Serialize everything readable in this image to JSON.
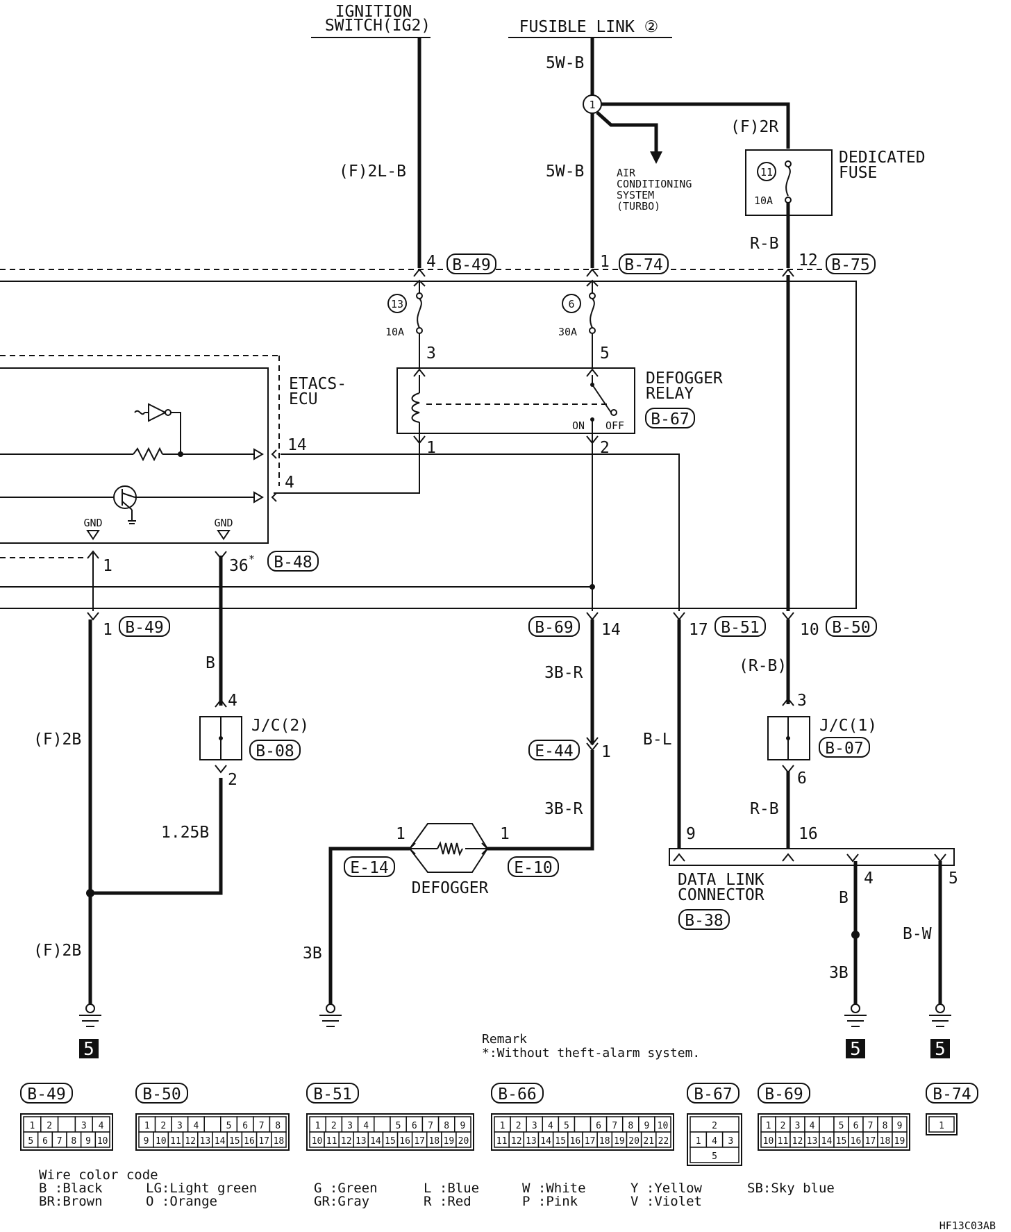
{
  "sources": {
    "ignition_switch": "IGNITION\nSWITCH(IG2)",
    "fusible_link": "FUSIBLE LINK ②"
  },
  "wires": {
    "f_2l_b": "(F)2L-B",
    "fl_5w_b_top": "5W-B",
    "fl_5w_b_mid": "5W-B",
    "f_2r": "(F)2R",
    "r_b_top": "R-B",
    "b_wire": "B",
    "f_2b_upper": "(F)2B",
    "f_2b_lower": "(F)2B",
    "w_1_25b": "1.25B",
    "w_3b_r_upper": "3B-R",
    "w_3b_r_lower": "3B-R",
    "b_l": "B-L",
    "r_b_paren": "(R-B)",
    "r_b_low": "R-B",
    "w_3b_left": "3B",
    "dlc_b": "B",
    "dlc_3b": "3B",
    "dlc_b_w": "B-W"
  },
  "components": {
    "air_conditioning": "AIR\nCONDITIONING\nSYSTEM\n(TURBO)",
    "dedicated_fuse": "DEDICATED\nFUSE",
    "fuse_11_num": "11",
    "fuse_11_amp": "10A",
    "fuse_13_num": "13",
    "fuse_13_amp": "10A",
    "fuse_6_num": "6",
    "fuse_6_amp": "30A",
    "etacs_ecu": "ETACS-\nECU",
    "gnd_left": "GND",
    "gnd_right": "GND",
    "defogger_relay": "DEFOGGER\nRELAY",
    "relay_on": "ON",
    "relay_off": "OFF",
    "jc2": "J/C(2)",
    "jc1": "J/C(1)",
    "defogger": "DEFOGGER",
    "data_link_connector": "DATA LINK\nCONNECTOR",
    "splice_1": "1"
  },
  "pins": {
    "p_b49_4": "4",
    "p_b74_1": "1",
    "p_b75_12": "12",
    "p_relay_3": "3",
    "p_relay_5": "5",
    "p_etacs_14": "14",
    "p_etacs_4": "4",
    "p_relay_1": "1",
    "p_relay_2": "2",
    "p_gnd_1": "1",
    "p_b48_36": "36",
    "p_b48_star": "*",
    "p_b49_1": "1",
    "p_b69_14": "14",
    "p_b51_17": "17",
    "p_b50_10": "10",
    "p_jc2_4": "4",
    "p_jc2_2": "2",
    "p_jc1_3": "3",
    "p_jc1_6": "6",
    "p_e44_1": "1",
    "p_def_l": "1",
    "p_def_r": "1",
    "p_dlc_9": "9",
    "p_dlc_16": "16",
    "p_dlc_4": "4",
    "p_dlc_5": "5"
  },
  "connectors": {
    "b49_top": "B-49",
    "b74_top": "B-74",
    "b75": "B-75",
    "b67": "B-67",
    "b48": "B-48",
    "b49_low": "B-49",
    "b69": "B-69",
    "b51": "B-51",
    "b50": "B-50",
    "b08": "B-08",
    "b07": "B-07",
    "e44": "E-44",
    "e14": "E-14",
    "e10": "E-10",
    "b38": "B-38"
  },
  "ground_marks": [
    "5",
    "5",
    "5"
  ],
  "remark": {
    "title": "Remark",
    "text": "*:Without theft-alarm system."
  },
  "connector_views": [
    {
      "id": "B-49",
      "rows": [
        [
          "1",
          "2",
          "",
          "3",
          "4"
        ],
        [
          "5",
          "6",
          "7",
          "8",
          "9",
          "10"
        ]
      ]
    },
    {
      "id": "B-50",
      "rows": [
        [
          "1",
          "2",
          "3",
          "4",
          "",
          "5",
          "6",
          "7",
          "8"
        ],
        [
          "9",
          "10",
          "11",
          "12",
          "13",
          "14",
          "15",
          "16",
          "17",
          "18"
        ]
      ]
    },
    {
      "id": "B-51",
      "rows": [
        [
          "1",
          "2",
          "3",
          "4",
          "",
          "5",
          "6",
          "7",
          "8",
          "9"
        ],
        [
          "10",
          "11",
          "12",
          "13",
          "14",
          "15",
          "16",
          "17",
          "18",
          "19",
          "20"
        ]
      ]
    },
    {
      "id": "B-66",
      "rows": [
        [
          "1",
          "2",
          "3",
          "4",
          "5",
          "",
          "6",
          "7",
          "8",
          "9",
          "10"
        ],
        [
          "11",
          "12",
          "13",
          "14",
          "15",
          "16",
          "17",
          "18",
          "19",
          "20",
          "21",
          "22"
        ]
      ]
    },
    {
      "id": "B-67",
      "rows": [
        [
          "2"
        ],
        [
          "1",
          "4",
          "3"
        ],
        [
          "5"
        ]
      ]
    },
    {
      "id": "B-69",
      "rows": [
        [
          "1",
          "2",
          "3",
          "4",
          "",
          "5",
          "6",
          "7",
          "8",
          "9"
        ],
        [
          "10",
          "11",
          "12",
          "13",
          "14",
          "15",
          "16",
          "17",
          "18",
          "19"
        ]
      ]
    },
    {
      "id": "B-74",
      "rows": [
        [
          "1"
        ]
      ]
    }
  ],
  "legend": {
    "title": "Wire color code",
    "col1": [
      "B :Black",
      "BR:Brown"
    ],
    "col2": [
      "LG:Light green",
      "O :Orange"
    ],
    "col3": [
      "G :Green",
      "GR:Gray"
    ],
    "col4": [
      "L :Blue",
      "R :Red"
    ],
    "col5": [
      "W :White",
      "P :Pink"
    ],
    "col6": [
      "Y :Yellow",
      "V :Violet"
    ],
    "col7": [
      "SB:Sky blue"
    ]
  },
  "figure_code": "HF13C03AB"
}
